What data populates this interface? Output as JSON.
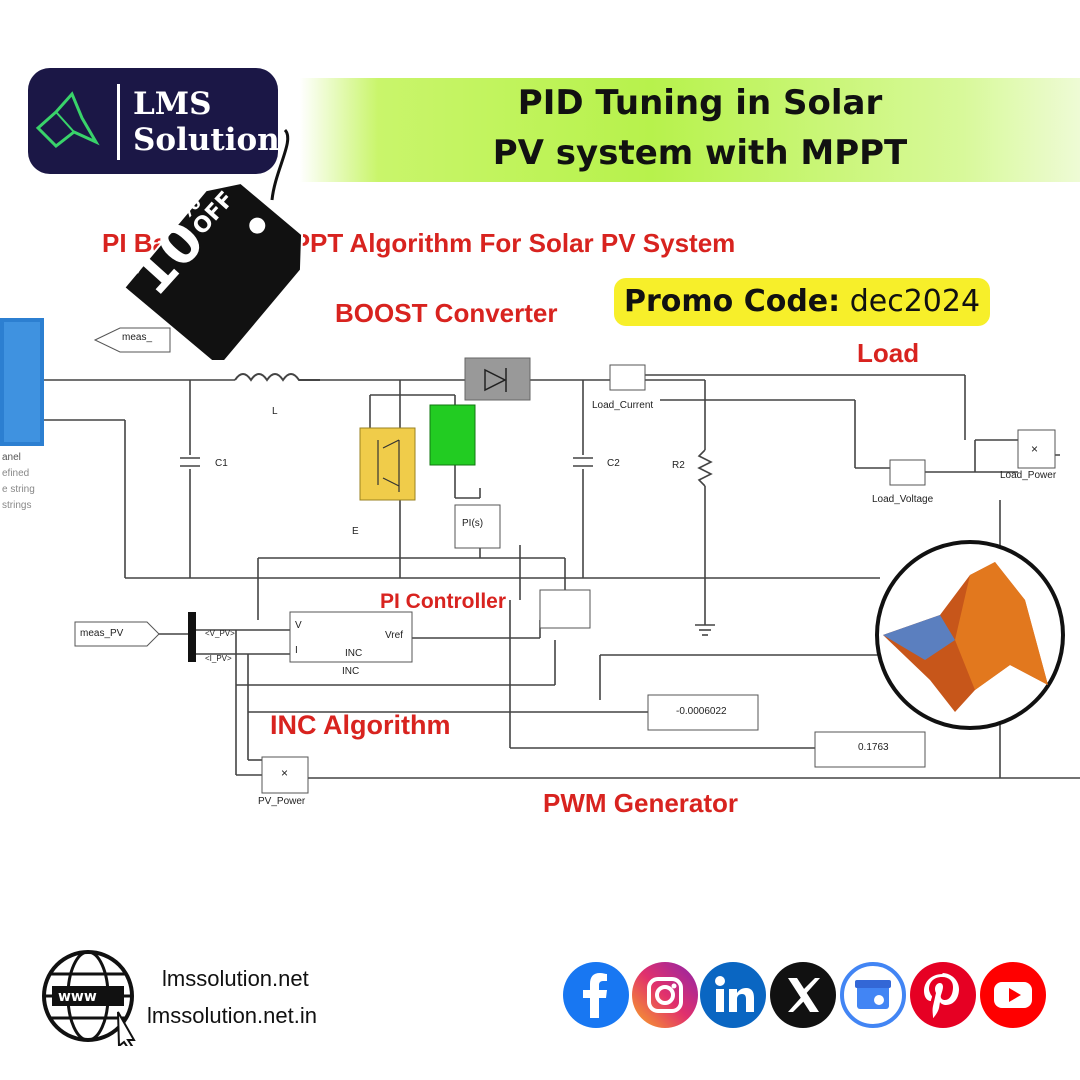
{
  "header": {
    "title_line1": "PID Tuning in Solar",
    "title_line2": "PV system with MPPT"
  },
  "logo": {
    "line1": "LMS",
    "line2": "Solution"
  },
  "tag": {
    "amount": "10",
    "percent": "%",
    "off": "OFF"
  },
  "promo": {
    "label": "Promo Code:",
    "code": "dec2024"
  },
  "diagram": {
    "heading": "PI Based INC MPPT Algorithm For Solar PV System",
    "boost": "BOOST Converter",
    "load": "Load",
    "pi_controller": "PI Controller",
    "inc_algorithm": "INC Algorithm",
    "pwm_generator": "PWM Generator",
    "labels": {
      "meas": "meas_",
      "meas_pv": "meas_PV",
      "l": "L",
      "c1": "C1",
      "c2": "C2",
      "r2": "R2",
      "e": "E",
      "load_current": "Load_Current",
      "load_voltage": "Load_Voltage",
      "load_power": "Load_Power",
      "pi_s": "PI(s)",
      "inc_block": "INC",
      "inc_inner": "INC",
      "vref": "Vref",
      "v": "V",
      "i": "I",
      "v_pv": "<V_PV>",
      "i_pv": "<I_PV>",
      "pv_power": "PV_Power",
      "times": "×",
      "panel_1": "anel",
      "panel_2": "efined",
      "panel_3": "e string",
      "panel_4": "strings"
    },
    "display1": "-0.0006022",
    "display2": "0.1763"
  },
  "footer": {
    "website1": "lmssolution.net",
    "website2": "lmssolution.net.in",
    "www": "www"
  },
  "social": [
    {
      "name": "facebook",
      "color": "#1877f2"
    },
    {
      "name": "instagram",
      "color": "#e1306c"
    },
    {
      "name": "linkedin",
      "color": "#0a66c2"
    },
    {
      "name": "x",
      "color": "#111111"
    },
    {
      "name": "google-business",
      "color": "#4285f4"
    },
    {
      "name": "pinterest",
      "color": "#e60023"
    },
    {
      "name": "youtube",
      "color": "#ff0000"
    }
  ]
}
